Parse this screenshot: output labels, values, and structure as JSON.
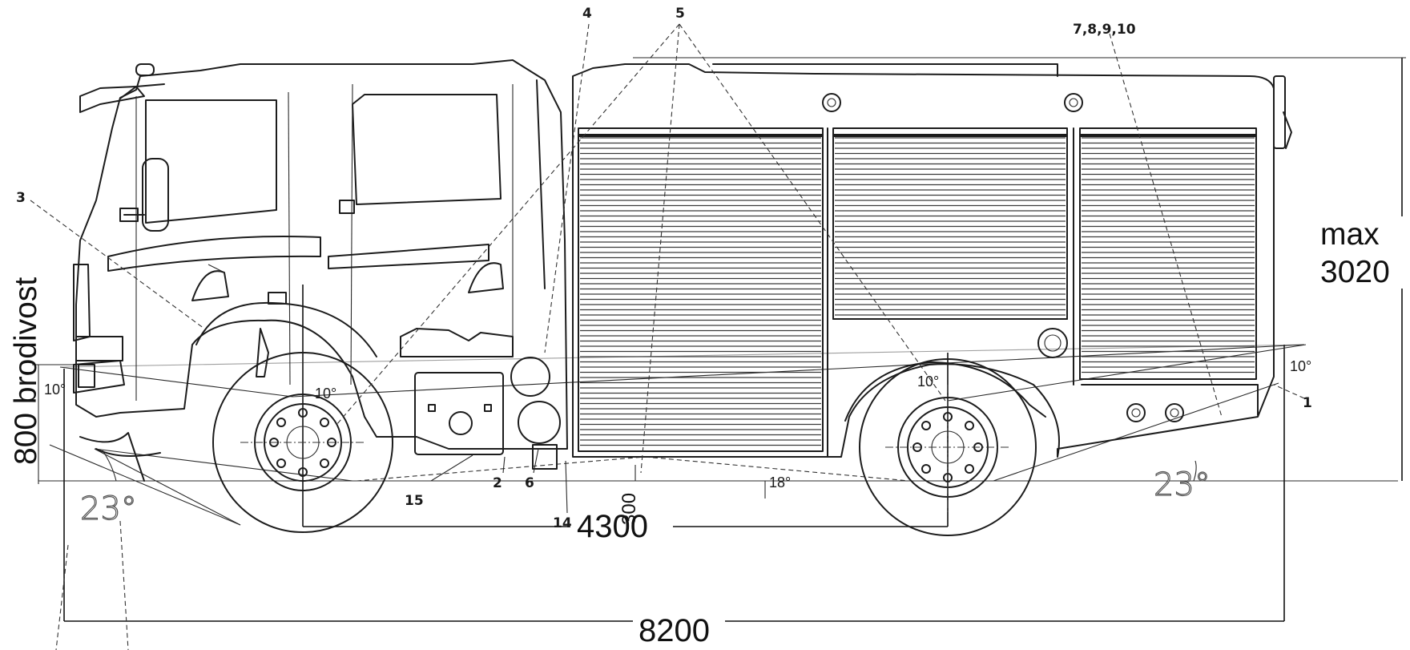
{
  "callouts": {
    "c1": "1",
    "c2": "2",
    "c3": "3",
    "c4": "4",
    "c5": "5",
    "c6": "6",
    "c7_10": "7,8,9,10",
    "c14": "14",
    "c15": "15"
  },
  "angles": {
    "front_overhang_top": "10°",
    "front_wheel": "10°",
    "rear_wheel": "10°",
    "rear_overhang_top": "10°",
    "ramp_breakover": "18°",
    "approach": "23°",
    "departure": "23°"
  },
  "dimensions": {
    "wheelbase": "4300",
    "overall_length": "8200",
    "ground_clearance": "300",
    "max_height_label": "max",
    "max_height_value": "3020",
    "fording_depth": "800 brodivost"
  }
}
